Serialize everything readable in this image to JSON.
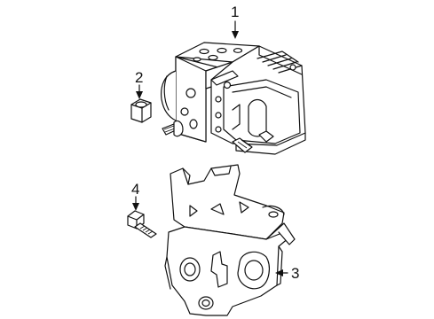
{
  "callouts": [
    {
      "id": "1",
      "label": "1"
    },
    {
      "id": "2",
      "label": "2"
    },
    {
      "id": "3",
      "label": "3"
    },
    {
      "id": "4",
      "label": "4"
    }
  ],
  "parts": [
    {
      "callout": "1",
      "icon": "abs-modulator-icon"
    },
    {
      "callout": "2",
      "icon": "nut-icon"
    },
    {
      "callout": "3",
      "icon": "mounting-bracket-icon"
    },
    {
      "callout": "4",
      "icon": "bolt-icon"
    }
  ]
}
